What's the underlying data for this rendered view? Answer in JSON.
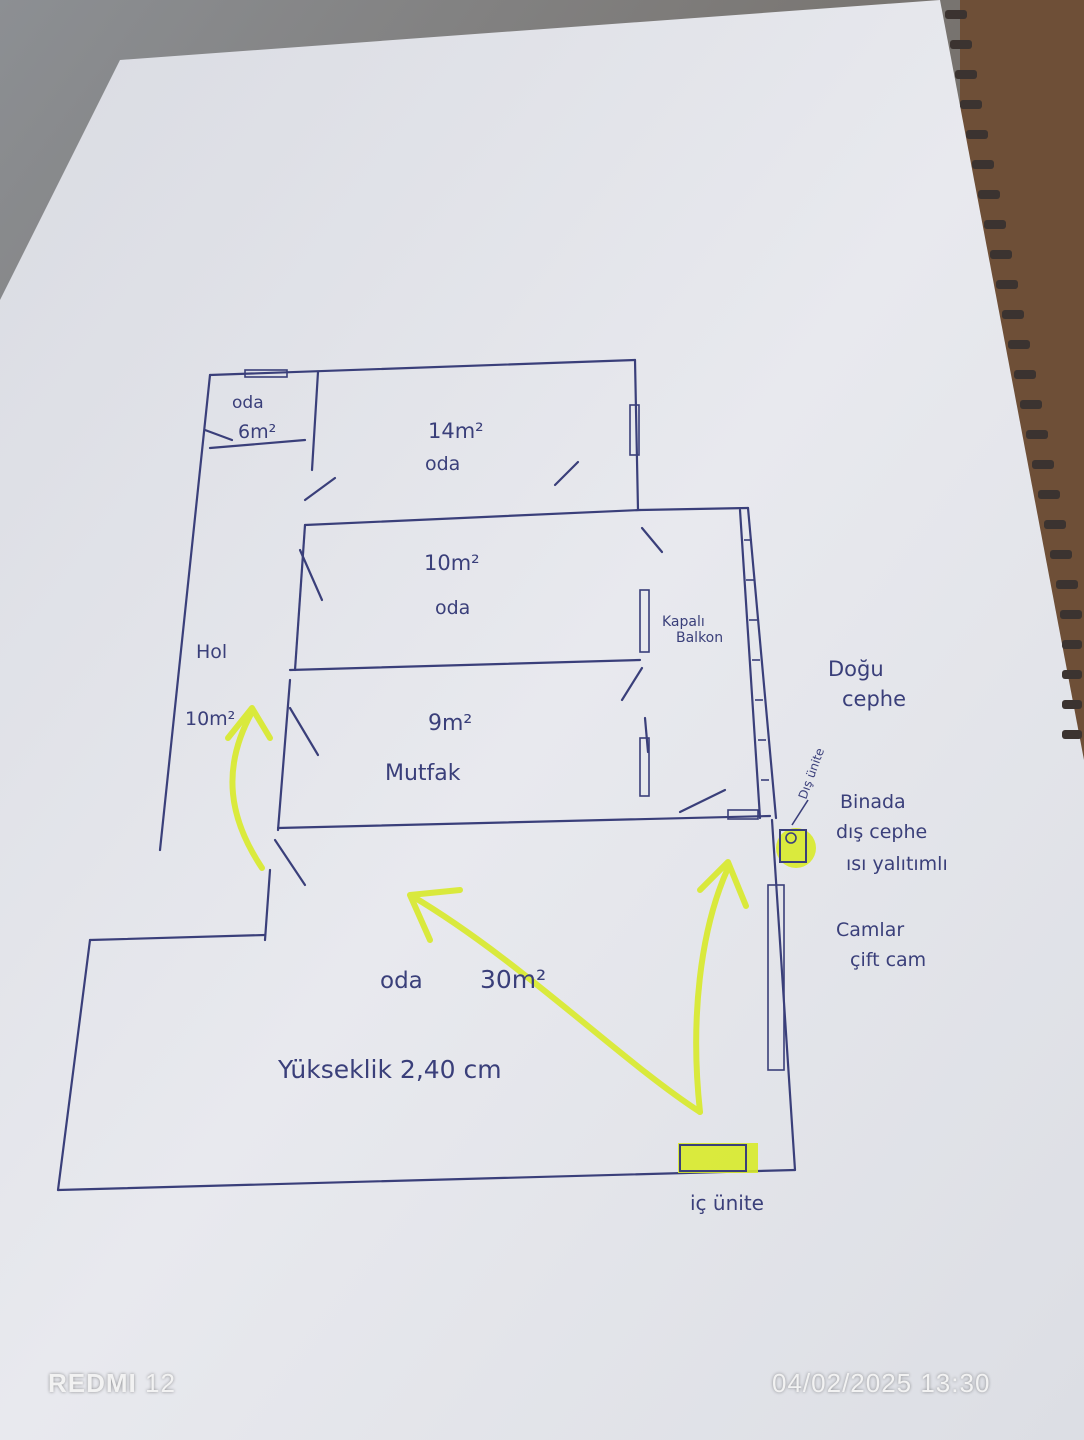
{
  "plan": {
    "rooms": [
      {
        "id": "small_room",
        "name": "oda",
        "area": "6m²"
      },
      {
        "id": "room_14",
        "name": "oda",
        "area": "14m²"
      },
      {
        "id": "room_10",
        "name": "oda",
        "area": "10m²"
      },
      {
        "id": "kitchen",
        "name": "Mutfak",
        "area": "9m²"
      },
      {
        "id": "hall",
        "name": "Hol",
        "area": "10m²"
      },
      {
        "id": "living",
        "name": "oda",
        "area": "30m²"
      }
    ],
    "height_note": "Yükseklik 2,40 cm",
    "balcony_line1": "Kapalı",
    "balcony_line2": "Balkon",
    "outdoor_unit_label": "Dış ünite",
    "indoor_unit_label": "iç ünite",
    "side_notes": {
      "facade_line1": "Doğu",
      "facade_line2": "cephe",
      "insulation_line1": "Binada",
      "insulation_line2": "dış cephe",
      "insulation_line3": "ısı yalıtımlı",
      "glass_line1": "Camlar",
      "glass_line2": "çift cam"
    }
  },
  "watermark": {
    "brand": "REDMI",
    "model": "12",
    "datetime": "04/02/2025 13:30"
  },
  "colors": {
    "ink": "#3a3f7a",
    "highlighter": "#d8ea2a",
    "paper": "#e4e6ec",
    "table": "#6b5a4a"
  }
}
